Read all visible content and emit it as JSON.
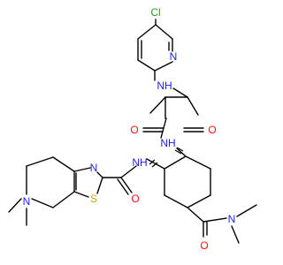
{
  "colors": {
    "bond": "#000000",
    "carbon": "#000000",
    "nitrogen": "#1c1cff",
    "oxygen": "#ff0d0d",
    "sulfur": "#c8a800",
    "chlorine": "#1fa01f",
    "background": "#ffffff"
  },
  "atoms": {
    "cl": "Cl",
    "n_pyridine": "N",
    "nh_amide_top": "NH",
    "o_oxalyl_left": "O",
    "o_oxalyl_right": "O",
    "nh_amide_mid": "NH",
    "nh_amide_thiazole": "NH",
    "n_thiazole": "N",
    "o_thiazole_carbonyl": "O",
    "s_thiazole": "S",
    "n_piperidine": "N",
    "o_dimethylamide": "O",
    "n_dimethylamide": "N"
  }
}
